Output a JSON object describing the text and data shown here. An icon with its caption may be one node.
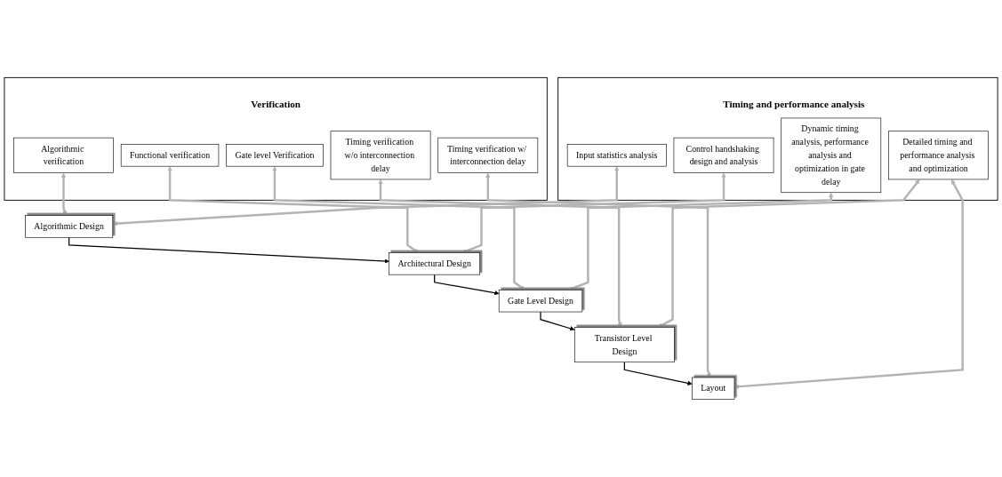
{
  "diagram": {
    "nodes": [
      {
        "text": [
          "Verification"
        ]
      },
      {
        "text": [
          "Algorithmic verification"
        ],
        "in": 0
      },
      {
        "text": [
          "Functional verification"
        ],
        "in": 0
      },
      {
        "text": [
          "Gate level Verification"
        ],
        "in": 0
      },
      {
        "text": [
          "Timing verification w/o interconnection delay"
        ],
        "in": 0
      },
      {
        "text": [
          "Timing verification w/ interconnection delay"
        ],
        "in": 0
      },
      {
        "text": [
          "Algorithmic Design"
        ]
      },
      {
        "text": [
          "Architectural Design"
        ]
      },
      {
        "text": [
          "Gate Level Design"
        ]
      },
      {
        "text": [
          "Transistor Level Design"
        ]
      },
      {
        "text": [
          "Layout"
        ]
      },
      {
        "text": [
          "Timing and performance analysis"
        ]
      },
      {
        "text": [
          "Input statistics analysis"
        ],
        "in": 11
      },
      {
        "text": [
          "Control handshaking design and analysis"
        ],
        "in": 11
      },
      {
        "text": [
          "Dynamic timing analysis, performance analysis and optimization in gate delay"
        ],
        "in": 11
      },
      {
        "text": [
          "Detailed timing and performance analysis and optimization"
        ],
        "in": 11
      }
    ],
    "edges": [
      {
        "from": 1,
        "to": 6,
        "arrow": "both"
      },
      {
        "from": 6,
        "to": 12,
        "arrow": "both"
      },
      {
        "from": 6,
        "to": 7,
        "arrow": "to",
        "color": "#000000"
      },
      {
        "from": 2,
        "to": 7,
        "arrow": "both"
      },
      {
        "from": 7,
        "to": 13,
        "arrow": "both"
      },
      {
        "from": 7,
        "to": 8,
        "arrow": "to",
        "color": "#000000"
      },
      {
        "from": 3,
        "to": 8,
        "arrow": "both"
      },
      {
        "from": 8,
        "to": 14,
        "arrow": "both"
      },
      {
        "from": 8,
        "to": 9,
        "arrow": "to",
        "color": "#000000"
      },
      {
        "from": 4,
        "to": 9,
        "arrow": "both"
      },
      {
        "from": 9,
        "to": 15,
        "arrow": "both"
      },
      {
        "from": 9,
        "to": 10,
        "arrow": "to",
        "color": "#000000"
      },
      {
        "from": 5,
        "to": 10,
        "arrow": "both"
      },
      {
        "from": 10,
        "to": 15,
        "arrow": "both"
      }
    ]
  }
}
